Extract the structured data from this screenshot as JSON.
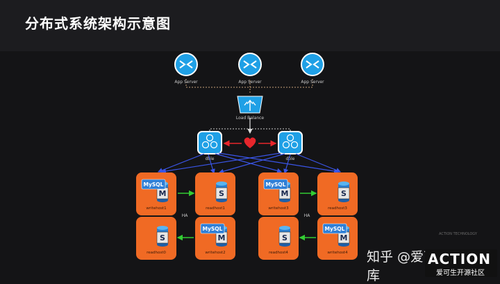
{
  "slide": {
    "title": "分布式系统架构示意图"
  },
  "app_servers": [
    {
      "label": "App Server"
    },
    {
      "label": "App Server"
    },
    {
      "label": "App Server"
    }
  ],
  "load_balancer": {
    "label": "Load Balance"
  },
  "proxies": [
    {
      "label": "dble"
    },
    {
      "label": "dble"
    }
  ],
  "groups": [
    {
      "ha_label": "HA",
      "nodes": [
        {
          "badge": "MySQL",
          "role": "M",
          "label": "writehost1"
        },
        {
          "badge": "",
          "role": "S",
          "label": "readhost1"
        },
        {
          "badge": "",
          "role": "S",
          "label": "readhost0"
        },
        {
          "badge": "MySQL",
          "role": "M",
          "label": "writehost2"
        }
      ]
    },
    {
      "ha_label": "HA",
      "nodes": [
        {
          "badge": "MySQL",
          "role": "M",
          "label": "writehost3"
        },
        {
          "badge": "",
          "role": "S",
          "label": "readhost3"
        },
        {
          "badge": "",
          "role": "S",
          "label": "readhost4"
        },
        {
          "badge": "MySQL",
          "role": "M",
          "label": "writehost4"
        }
      ]
    }
  ],
  "watermark": {
    "text": "知乎 @爱可生云数据库"
  },
  "brand": {
    "logo": "ACTION",
    "name": "爱可生开源社区",
    "tagline": "ACTION TECHNOLOGY"
  },
  "colors": {
    "accent_blue": "#1fa0e6",
    "node_orange": "#f06a24",
    "heart_red": "#e8262c",
    "ha_green": "#33cc33",
    "link_blue": "#3a55e8"
  }
}
